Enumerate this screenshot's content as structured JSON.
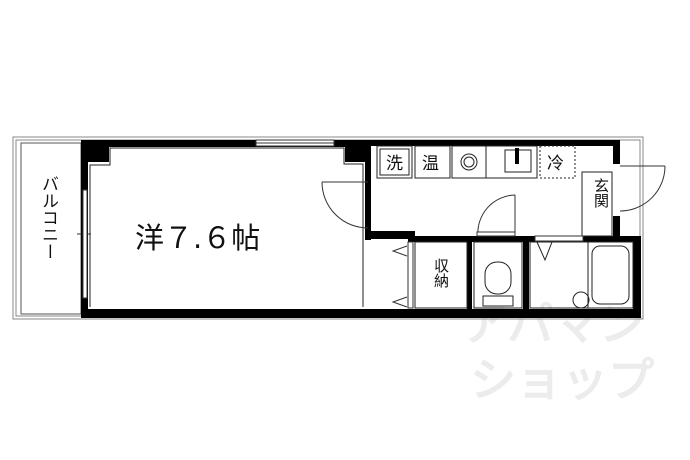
{
  "floor_plan": {
    "rooms": {
      "western_room": "洋７.６帖",
      "balcony": "バルコニー",
      "storage": "収納",
      "entrance": "玄関"
    },
    "kitchen_symbols": {
      "washer": "洗",
      "water_heater": "温",
      "refrigerator": "冷"
    },
    "watermark": [
      "アパマン",
      "ショップ"
    ]
  }
}
